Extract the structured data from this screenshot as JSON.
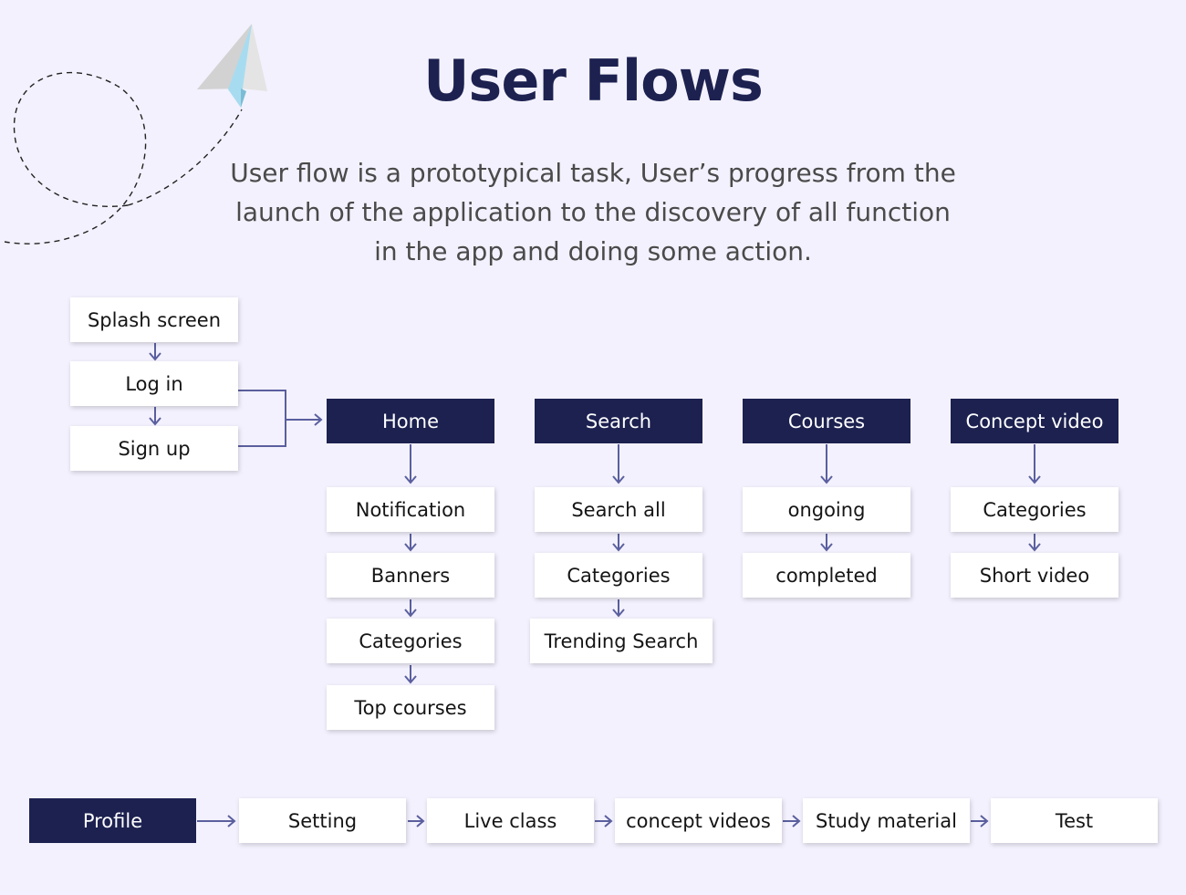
{
  "title": "User Flows",
  "description": "User flow is a prototypical task, User’s progress from the launch of the application to the discovery of all function in the app and doing some action.",
  "colors": {
    "background": "#f3f1fd",
    "primary": "#1c2150",
    "arrow": "#5a5f9e",
    "node": "#ffffff"
  },
  "decoration": {
    "icon": "paper-plane-icon"
  },
  "entry": {
    "splash": "Splash screen",
    "login": "Log in",
    "signup": "Sign up"
  },
  "sections": {
    "home": {
      "label": "Home",
      "items": [
        "Notification",
        "Banners",
        "Categories",
        "Top courses"
      ]
    },
    "search": {
      "label": "Search",
      "items": [
        "Search all",
        "Categories",
        "Trending Search"
      ]
    },
    "courses": {
      "label": "Courses",
      "items": [
        "ongoing",
        "completed"
      ]
    },
    "concept": {
      "label": "Concept video",
      "items": [
        "Categories",
        "Short video"
      ]
    }
  },
  "profile": {
    "label": "Profile",
    "items": [
      "Setting",
      "Live class",
      "concept videos",
      "Study material",
      "Test"
    ]
  }
}
